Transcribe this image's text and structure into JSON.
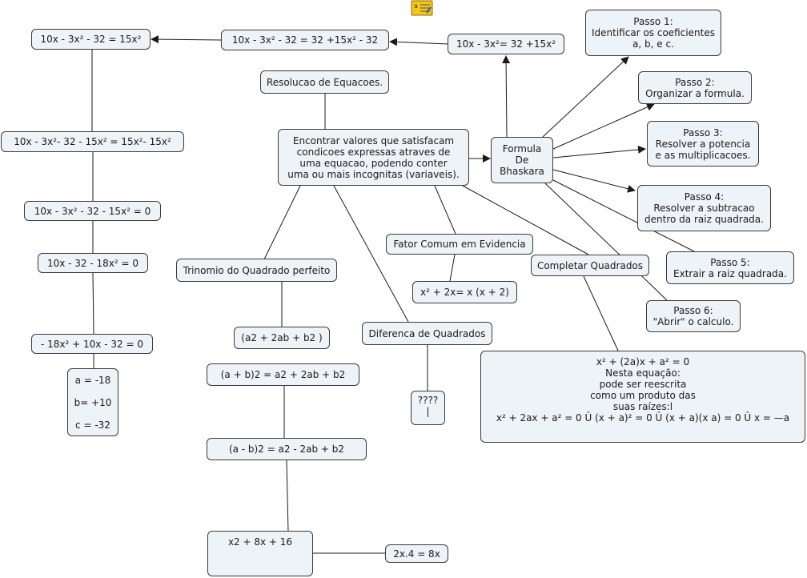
{
  "colors": {
    "node_fill": "#eef3f7",
    "node_border": "#3a3a3a",
    "line": "#1a1a1a",
    "note_icon": "#f5c518"
  },
  "icons": {
    "top_note": "note-icon",
    "inner_note": "note-icon"
  },
  "nodes": {
    "resolucao": "Resolucao de Equacoes.",
    "central": "Encontrar valores que satisfacam\ncondicoes expressas atraves de\numa equacao, podendo conter\numa ou mais incognitas (variaveis).",
    "formula": "Formula\nDe\nBhaskara",
    "passo1": "Passo 1:\nIdentificar os coeficientes\na, b, e c.",
    "passo2": "Passo 2:\nOrganizar a formula.",
    "passo3": "Passo 3:\nResolver a potencia\ne as multiplicacoes.",
    "passo4": "Passo 4:\nResolver a subtracao\ndentro da raiz quadrada.",
    "passo5": "Passo 5:\nExtrair a raiz quadrada.",
    "passo6": "Passo 6:\n\"Abrir\" o calculo.",
    "eq_a": "10x - 3x²= 32 +15x²",
    "eq_b": "10x - 3x² - 32 = 32 +15x² - 32",
    "eq_c": "10x - 3x² - 32 = 15x²",
    "eq_d": "10x - 3x²- 32 - 15x² = 15x²- 15x²",
    "eq_e": "10x - 3x² - 32 - 15x² = 0",
    "eq_f": "10x - 32 - 18x² = 0",
    "eq_g": "- 18x² + 10x - 32 = 0",
    "coef": "a = -18\n\nb= +10\n\nc = -32",
    "trinomio": "Trinomio do Quadrado perfeito",
    "tri_a": "(a2 + 2ab + b2 )",
    "tri_b": "(a + b)2  =  a2 + 2ab + b2",
    "tri_c": "(a - b)2  =  a2 - 2ab + b2",
    "tri_d": "x2  +  8x + 16",
    "tri_e": "2x.4 = 8x",
    "fator": "Fator Comum em Evidencia",
    "fator_ex": "x² + 2x= x (x + 2)",
    "diferenca": "Diferenca de Quadrados",
    "diferenca_ex": "????\n|",
    "completar": "Completar Quadrados",
    "completar_note": "x² + (2a)x + a² = 0\nNesta equação:\npode ser reescrita\ncomo um produto das\nsuas raízes:l\nx² + 2ax + a² = 0 Û (x + a)² = 0 Û (x + a)(x a) = 0 Û x = —a"
  }
}
